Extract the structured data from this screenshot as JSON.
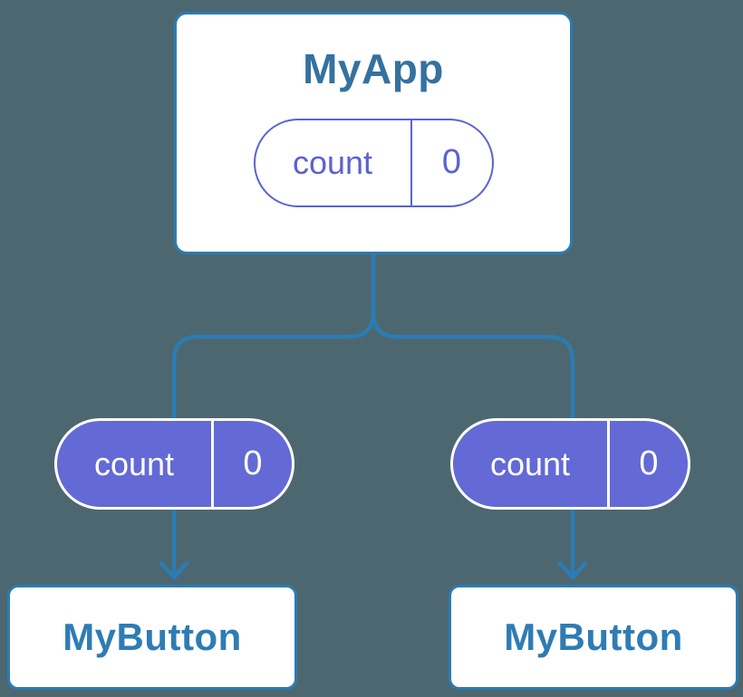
{
  "colors": {
    "bg": "#4d6770",
    "line": "#2b7cb3",
    "cardbg": "#ffffff",
    "purple": "#636ad5",
    "purpleoutline": "#5b62d2",
    "pilltext": "#ffffff",
    "roottitle": "#35719f",
    "childtitle": "#2e7cb4"
  },
  "root": {
    "title": "MyApp",
    "state": {
      "key": "count",
      "value": "0"
    }
  },
  "children": [
    {
      "title": "MyButton",
      "prop": {
        "key": "count",
        "value": "0"
      }
    },
    {
      "title": "MyButton",
      "prop": {
        "key": "count",
        "value": "0"
      }
    }
  ]
}
